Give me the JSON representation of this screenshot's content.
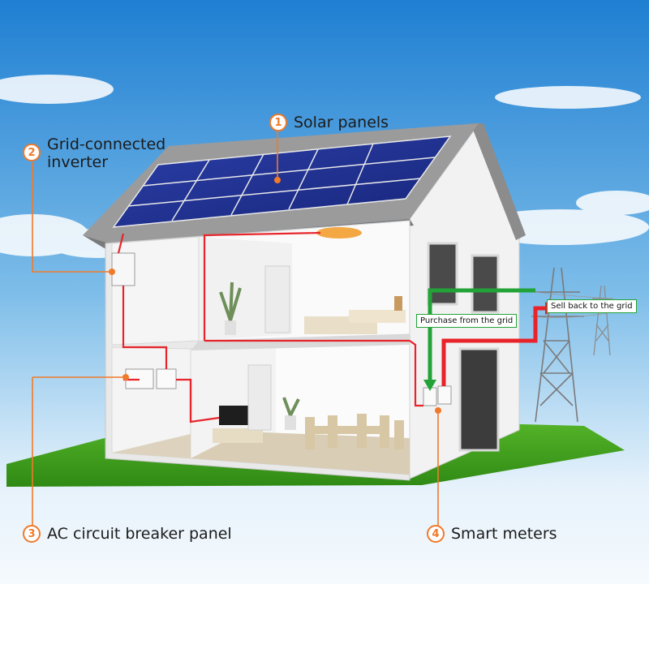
{
  "callouts": {
    "solar": {
      "number": "1",
      "label": "Solar panels"
    },
    "inverter": {
      "number": "2",
      "label_line1": "Grid-connected",
      "label_line2": "inverter"
    },
    "breaker": {
      "number": "3",
      "label": "AC circuit breaker panel"
    },
    "meters": {
      "number": "4",
      "label": "Smart meters"
    }
  },
  "flows": {
    "purchase": "Purchase from the grid",
    "sell": "Sell back to the grid"
  },
  "colors": {
    "callout_orange": "#f07a2a",
    "purchase_green": "#22a338",
    "sell_red": "#e8232a",
    "wire_red": "#e8232a"
  }
}
